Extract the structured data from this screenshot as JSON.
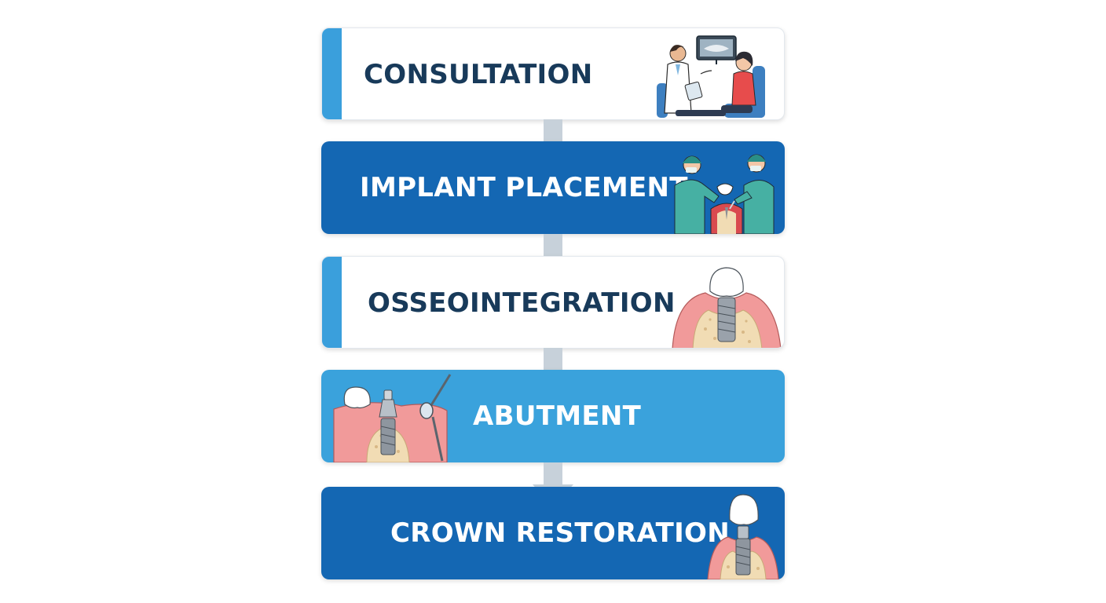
{
  "steps": [
    {
      "label": "CONSULTATION",
      "illustration": "doctor-patient-consultation-icon"
    },
    {
      "label": "IMPLANT PLACEMENT",
      "illustration": "surgeons-operating-icon"
    },
    {
      "label": "OSSEOINTEGRATION",
      "illustration": "implant-in-bone-icon"
    },
    {
      "label": "ABUTMENT",
      "illustration": "abutment-with-dental-mirror-icon"
    },
    {
      "label": "CROWN RESTORATION",
      "illustration": "crown-on-implant-icon"
    }
  ],
  "colors": {
    "dark_blue": "#1467b3",
    "sky_blue": "#3aa2dc",
    "accent_blue": "#3a9fdc",
    "navy_text": "#183a5a",
    "arrow_gray": "#c7d1da",
    "gum_pink": "#f19a9a",
    "bone_beige": "#f1dcb4"
  }
}
